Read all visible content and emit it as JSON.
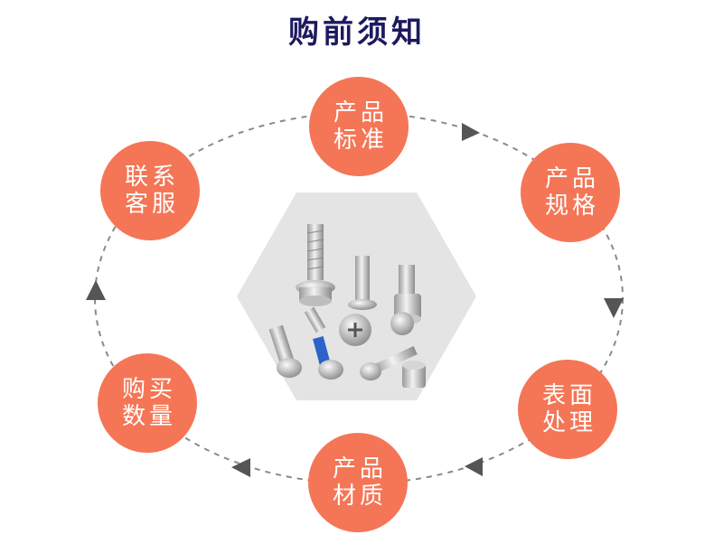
{
  "page_title": "购前须知",
  "colors": {
    "accent": "#f47656",
    "title": "#1c1a5e",
    "ring": "#8a8a8a",
    "hexagon": "#e4e4e4"
  },
  "center_image": {
    "icon": "screws-product-photo"
  },
  "nodes": [
    {
      "id": "standard",
      "line1": "产品",
      "line2": "标准"
    },
    {
      "id": "spec",
      "line1": "产品",
      "line2": "规格"
    },
    {
      "id": "surface",
      "line1": "表面",
      "line2": "处理"
    },
    {
      "id": "material",
      "line1": "产品",
      "line2": "材质"
    },
    {
      "id": "quantity",
      "line1": "购买",
      "line2": "数量"
    },
    {
      "id": "service",
      "line1": "联系",
      "line2": "客服"
    }
  ]
}
